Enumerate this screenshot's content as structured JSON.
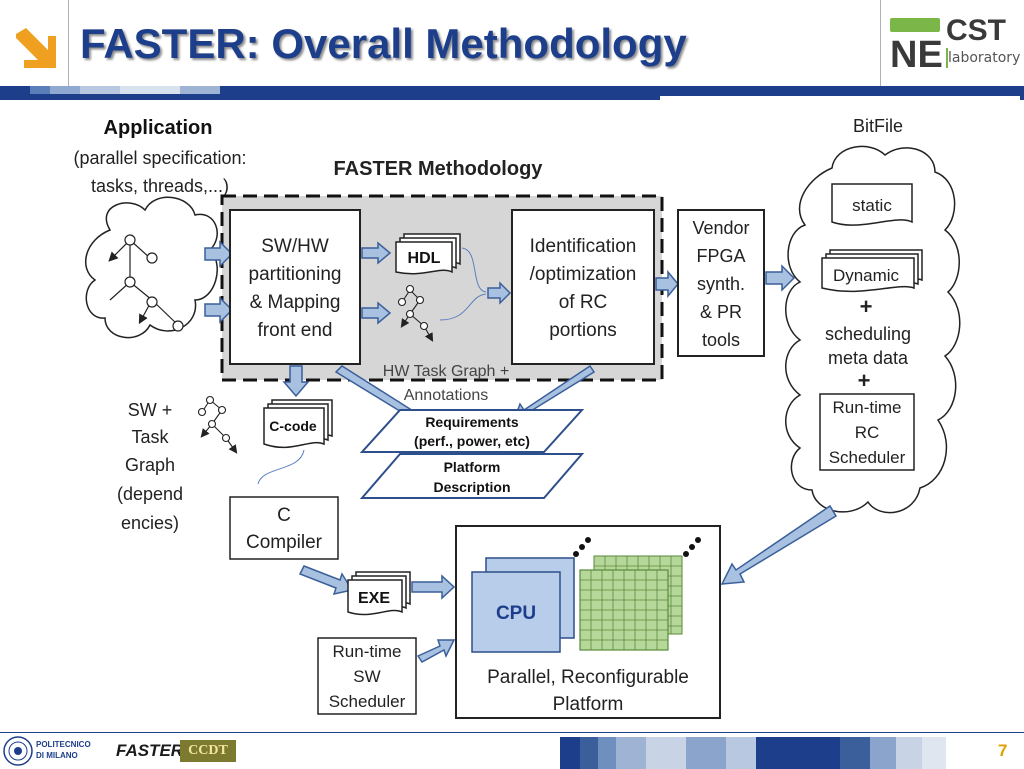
{
  "slide": {
    "title": "FASTER: Overall Methodology",
    "page_number": "7"
  },
  "logos": {
    "necst_ne": "NE",
    "necst_cst": "CST",
    "necst_lab": "laboratory",
    "polimi_line1": "POLITECNICO",
    "polimi_line2": "DI MILANO",
    "faster": "FASTER",
    "ccdt": "CCDT"
  },
  "diagram": {
    "application_title": "Application",
    "application_desc_1": "(parallel specification:",
    "application_desc_2": "tasks, threads,...)",
    "methodology_title": "FASTER Methodology",
    "partitioning_1": "SW/HW",
    "partitioning_2": "partitioning",
    "partitioning_3": "& Mapping",
    "partitioning_4": "front end",
    "hdl": "HDL",
    "identification_1": "Identification",
    "identification_2": "/optimization",
    "identification_3": "of RC",
    "identification_4": "portions",
    "hw_task_graph_1": "HW Task Graph +",
    "hw_task_graph_2": "Annotations",
    "vendor_1": "Vendor",
    "vendor_2": "FPGA",
    "vendor_3": "synth.",
    "vendor_4": "& PR",
    "vendor_5": "tools",
    "bitfile": "BitFile",
    "static": "static",
    "dynamic": "Dynamic",
    "plus": "+",
    "scheduling_1": "scheduling",
    "scheduling_2": "meta data",
    "rc_scheduler_1": "Run-time",
    "rc_scheduler_2": "RC",
    "rc_scheduler_3": "Scheduler",
    "sw_task_1": "SW +",
    "sw_task_2": "Task",
    "sw_task_3": "Graph",
    "sw_task_4": "(depend",
    "sw_task_5": "encies)",
    "c_code": "C-code",
    "requirements_1": "Requirements",
    "requirements_2": "(perf., power, etc)",
    "platform_desc_1": "Platform",
    "platform_desc_2": "Description",
    "c_compiler_1": "C",
    "c_compiler_2": "Compiler",
    "exe": "EXE",
    "sw_scheduler_1": "Run-time",
    "sw_scheduler_2": "SW",
    "sw_scheduler_3": "Scheduler",
    "cpu": "CPU",
    "platform_1": "Parallel, Reconfigurable",
    "platform_2": "Platform"
  },
  "colors": {
    "title": "#1d3e8a",
    "arrow_fill": "#a9c1e0",
    "arrow_stroke": "#3a5f9a",
    "cpu_fill": "#b7cdea",
    "fpga_fill": "#b6d79a",
    "methodology_fill": "#d6d6d6",
    "accent_orange": "#f0a020"
  }
}
